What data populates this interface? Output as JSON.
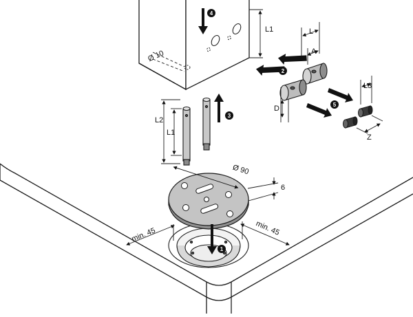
{
  "dimensions": {
    "hole_diameter": "Ø 10",
    "bracket_length_top": "L1",
    "cylinder_length": "L",
    "cylinder_offset": "A",
    "cylinder_diameter": "D",
    "bolt_total_length": "L2",
    "bolt_inner_length": "L1",
    "plate_diameter": "Ø 90",
    "plate_thickness": "6",
    "min_left": "min. 45",
    "min_right": "min. 45",
    "screw_length": "L3",
    "screw_z": "Z"
  },
  "steps": {
    "s1": "1",
    "s2": "2",
    "s3": "3",
    "s4": "4",
    "s5": "5"
  },
  "colors": {
    "outline": "#1a1a1a",
    "part_fill": "#c9c9c9",
    "part_dark": "#9a9a9a",
    "light_fill": "#e6e6e6",
    "arrow": "#111111"
  }
}
